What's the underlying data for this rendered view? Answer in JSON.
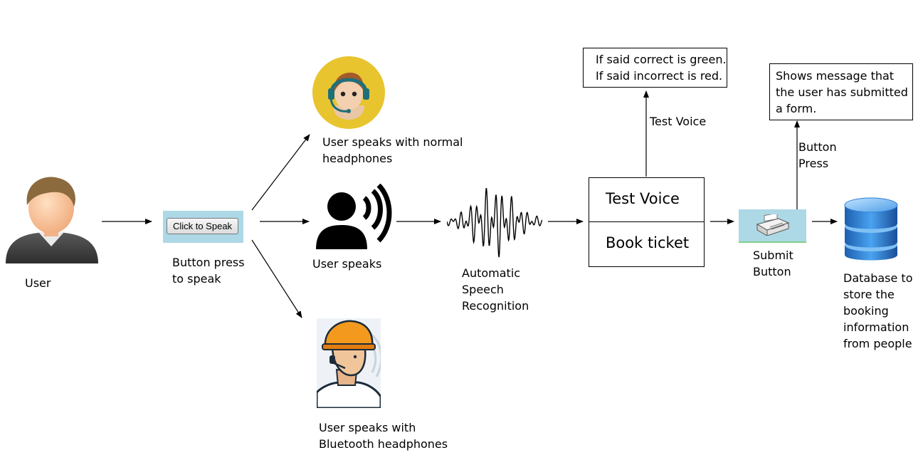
{
  "nodes": {
    "user_label": "User",
    "speak_button_text": "Click to Speak",
    "button_press_label": "Button press\nto speak",
    "normal_headphones_label": "User speaks with normal\nheadphones",
    "user_speaks_label": "User speaks",
    "bluetooth_label": "User speaks with\nBluetooth headphones",
    "asr_label": "Automatic\nSpeech\nRecognition",
    "test_voice": "Test Voice",
    "book_ticket": "Book ticket",
    "feedback_box": "If said correct is green.\nIf said incorrect is red.",
    "test_voice_edge": "Test Voice",
    "submit_label": "Submit\nButton",
    "button_press_edge": "Button\nPress",
    "message_box": "Shows message that\nthe user has submitted\na form.",
    "database_label": "Database to\nstore the\nbooking\ninformation\nfrom people"
  },
  "icons": {
    "user": "user-avatar-icon",
    "normal_headphones": "headset-user-icon",
    "speaking": "speaking-person-icon",
    "bluetooth": "worker-bluetooth-headset-icon",
    "waveform": "sound-wave-icon",
    "submit": "printer-icon",
    "database": "database-icon"
  },
  "colors": {
    "button_panel": "#add8e6",
    "headset_circle": "#e8c42e",
    "database_blue": "#2f7fd8"
  }
}
